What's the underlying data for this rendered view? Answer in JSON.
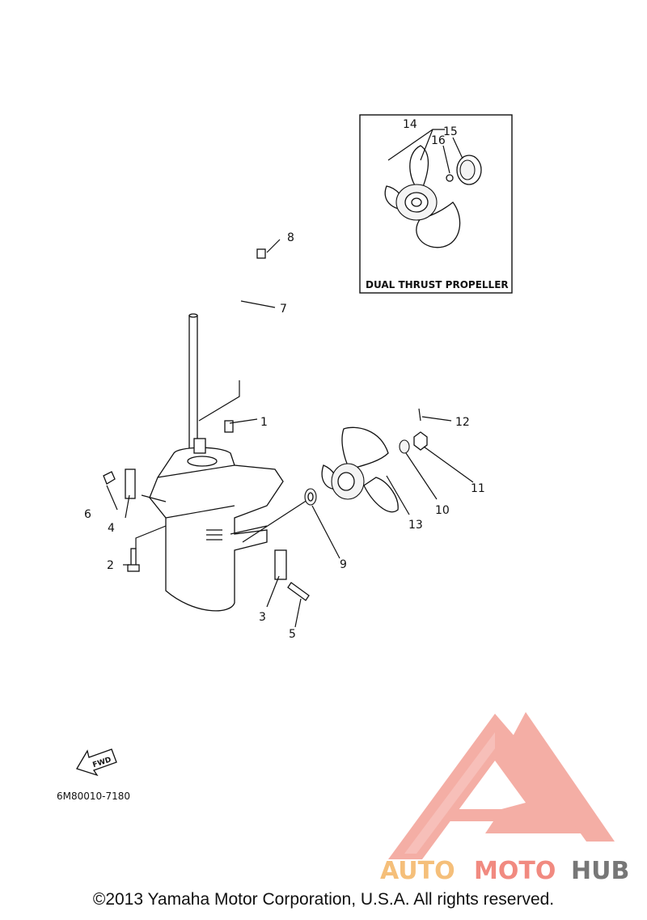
{
  "diagram": {
    "inset_title": "DUAL THRUST PROPELLER",
    "drawing_code": "6M80010-7180",
    "fwd_label": "FWD",
    "part_labels": [
      {
        "id": "p1",
        "text": "1"
      },
      {
        "id": "p2",
        "text": "2"
      },
      {
        "id": "p3",
        "text": "3"
      },
      {
        "id": "p4",
        "text": "4"
      },
      {
        "id": "p5",
        "text": "5"
      },
      {
        "id": "p6",
        "text": "6"
      },
      {
        "id": "p7",
        "text": "7"
      },
      {
        "id": "p8",
        "text": "8"
      },
      {
        "id": "p9",
        "text": "9"
      },
      {
        "id": "p10",
        "text": "10"
      },
      {
        "id": "p11",
        "text": "11"
      },
      {
        "id": "p12",
        "text": "12"
      },
      {
        "id": "p13",
        "text": "13"
      },
      {
        "id": "p14",
        "text": "14"
      },
      {
        "id": "p15",
        "text": "15"
      },
      {
        "id": "p16",
        "text": "16"
      }
    ]
  },
  "watermark": {
    "part1": "AUTO",
    "part2": "MOTO",
    "part3": "HUB",
    "colors": {
      "auto": "#f5bf7a",
      "moto": "#f18a80",
      "hub": "#777777",
      "logo": "#f3a096"
    }
  },
  "footer": {
    "copyright": "©2013 Yamaha Motor Corporation, U.S.A. All rights reserved."
  }
}
